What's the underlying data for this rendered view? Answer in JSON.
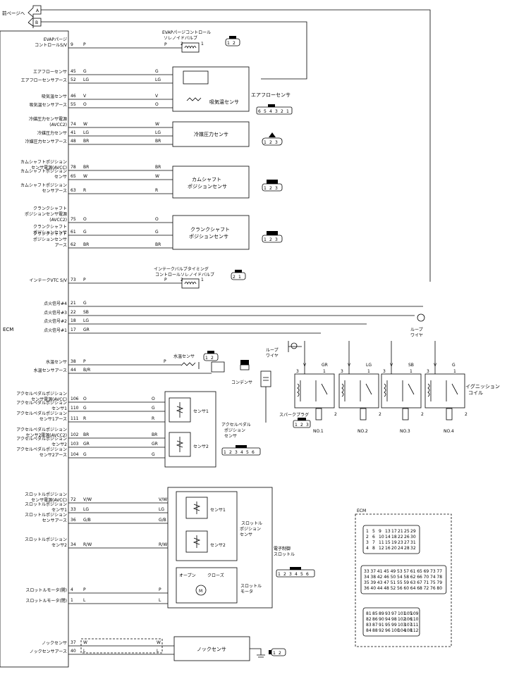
{
  "nav": {
    "prev_page": "前ページへ",
    "conn_a": "A",
    "conn_b": "B"
  },
  "ecm_label": "ECM",
  "pins": [
    {
      "no": "9",
      "lines": [
        "EVAPパージ",
        "コントロールS/V"
      ],
      "color": "P"
    },
    {
      "no": "45",
      "lines": [
        "エアフローセンサ"
      ],
      "color": "G"
    },
    {
      "no": "52",
      "lines": [
        "エアフローセンサアース"
      ],
      "color": "LG"
    },
    {
      "no": "46",
      "lines": [
        "吸気温センサ"
      ],
      "color": "V"
    },
    {
      "no": "55",
      "lines": [
        "吸気温センサアース"
      ],
      "color": "O"
    },
    {
      "no": "74",
      "lines": [
        "冷媒圧力センサ電源",
        "(AVCC2)"
      ],
      "color": "W"
    },
    {
      "no": "41",
      "lines": [
        "冷媒圧力センサ"
      ],
      "color": "LG"
    },
    {
      "no": "48",
      "lines": [
        "冷媒圧力センサアース"
      ],
      "color": "BR"
    },
    {
      "no": "78",
      "lines": [
        "カムシャフトポジション",
        "センサ電源(AVCC)"
      ],
      "color": "BR"
    },
    {
      "no": "65",
      "lines": [
        "カムシャフトポジション",
        "センサ"
      ],
      "color": "W"
    },
    {
      "no": "63",
      "lines": [
        "カムシャフトポジション",
        "センサアース"
      ],
      "color": "R"
    },
    {
      "no": "75",
      "lines": [
        "クランクシャフト",
        "ポジションセンサ電源",
        "(AVCC2)"
      ],
      "color": "O"
    },
    {
      "no": "61",
      "lines": [
        "クランクシャフト",
        "ポジションセンサ"
      ],
      "color": "G"
    },
    {
      "no": "62",
      "lines": [
        "クランクシャフト",
        "ポジションセンサ",
        "アース"
      ],
      "color": "BR"
    },
    {
      "no": "73",
      "lines": [
        "インテークVTC S/V"
      ],
      "color": "P"
    },
    {
      "no": "21",
      "lines": [
        "点火信号#4"
      ],
      "color": "G"
    },
    {
      "no": "22",
      "lines": [
        "点火信号#3"
      ],
      "color": "SB"
    },
    {
      "no": "18",
      "lines": [
        "点火信号#2"
      ],
      "color": "LG"
    },
    {
      "no": "17",
      "lines": [
        "点火信号#1"
      ],
      "color": "GR"
    },
    {
      "no": "38",
      "lines": [
        "水温センサ"
      ],
      "color": "P"
    },
    {
      "no": "44",
      "lines": [
        "水温センサアース"
      ],
      "color": "B/R"
    },
    {
      "no": "106",
      "lines": [
        "アクセルペダルポジション",
        "センサ電源(AVCC)"
      ],
      "color": "O"
    },
    {
      "no": "110",
      "lines": [
        "アクセルペダルポジション",
        "センサ1"
      ],
      "color": "G"
    },
    {
      "no": "111",
      "lines": [
        "アクセルペダルポジション",
        "センサ1アース"
      ],
      "color": "R"
    },
    {
      "no": "102",
      "lines": [
        "アクセルペダルポジション",
        "センサ2電源(AVCC2)"
      ],
      "color": "BR"
    },
    {
      "no": "103",
      "lines": [
        "アクセルペダルポジション",
        "センサ2"
      ],
      "color": "GR"
    },
    {
      "no": "104",
      "lines": [
        "アクセルペダルポジション",
        "センサ2アース"
      ],
      "color": "G"
    },
    {
      "no": "72",
      "lines": [
        "スロットルポジション",
        "センサ電源(AVCC)"
      ],
      "color": "V/W"
    },
    {
      "no": "33",
      "lines": [
        "スロットルポジション",
        "センサ1"
      ],
      "color": "LG"
    },
    {
      "no": "36",
      "lines": [
        "スロットルポジション",
        "センサアース"
      ],
      "color": "G/B"
    },
    {
      "no": "34",
      "lines": [
        "スロットルポジション",
        "センサ2"
      ],
      "color": "R/W"
    },
    {
      "no": "4",
      "lines": [
        "スロットルモータ(開)"
      ],
      "color": "P"
    },
    {
      "no": "1",
      "lines": [
        "スロットルモータ(閉)"
      ],
      "color": "L"
    },
    {
      "no": "37",
      "lines": [
        "ノックセンサ"
      ],
      "color": "W"
    },
    {
      "no": "40",
      "lines": [
        "ノックセンサアース"
      ],
      "color": "L"
    }
  ],
  "components": {
    "evap_valve": [
      "EVAPパージコントロール",
      "ソレノイドバルブ"
    ],
    "airflow_sensor": "エアフローセンサ",
    "intake_temp_sensor": "吸気温センサ",
    "refrig_sensor": "冷媒圧力センサ",
    "cam_sensor": [
      "カムシャフト",
      "ポジションセンサ"
    ],
    "crank_sensor": [
      "クランクシャフト",
      "ポジションセンサ"
    ],
    "vtc_valve": [
      "インテークバルブタイミング",
      "コントロールソレノイドバルブ"
    ],
    "water_temp_sensor": "水温センサ",
    "condenser": "コンデンサ",
    "loop_wire": [
      "ループ",
      "ワイヤ"
    ],
    "spark_plug": "スパークプラグ",
    "ignition_coil": [
      "イグニッション",
      "コイル"
    ],
    "coil_nos": [
      "NO.1",
      "NO.2",
      "NO.3",
      "NO.4"
    ],
    "coil_colors": [
      "GR",
      "LG",
      "SB",
      "G"
    ],
    "accel_sensor": [
      "アクセルペダル",
      "ポジション",
      "センサ"
    ],
    "sensor1": "センサ1",
    "sensor2": "センサ2",
    "throttle_sensor": [
      "スロットル",
      "ポジション",
      "センサ"
    ],
    "throttle_motor": [
      "スロットル",
      "モータ"
    ],
    "electronic_throttle": [
      "電子制御",
      "スロットル"
    ],
    "open_label": "オープン",
    "close_label": "クローズ",
    "motor_symbol": "M",
    "knock_sensor": "ノックセンサ"
  },
  "connectors": {
    "evap": [
      "1",
      "2"
    ],
    "airflow": [
      "6",
      "5",
      "4",
      "3",
      "2",
      "1"
    ],
    "refrig": [
      "1",
      "2",
      "3"
    ],
    "cam": [
      "1",
      "2",
      "3"
    ],
    "crank": [
      "1",
      "2",
      "3"
    ],
    "vtc": [
      "2",
      "1"
    ],
    "water": [
      "1",
      "2"
    ],
    "plug": [
      "1",
      "2",
      "3"
    ],
    "accel": [
      "1",
      "2",
      "3",
      "4",
      "5",
      "6"
    ],
    "throttle": [
      "1",
      "2",
      "3",
      "4",
      "5",
      "6"
    ],
    "knock": [
      "1",
      "2"
    ]
  },
  "ecm_connector": {
    "label": "ECM",
    "block1": [
      [
        "1",
        "5",
        "9",
        "13",
        "17",
        "21",
        "25",
        "29"
      ],
      [
        "2",
        "6",
        "10",
        "14",
        "18",
        "22",
        "26",
        "30"
      ],
      [
        "3",
        "7",
        "11",
        "15",
        "19",
        "23",
        "27",
        "31"
      ],
      [
        "4",
        "8",
        "12",
        "16",
        "20",
        "24",
        "28",
        "32"
      ]
    ],
    "block2": [
      [
        "33",
        "37",
        "41",
        "45",
        "49",
        "53",
        "57",
        "61",
        "65",
        "69",
        "73",
        "77"
      ],
      [
        "34",
        "38",
        "42",
        "46",
        "50",
        "54",
        "58",
        "62",
        "66",
        "70",
        "74",
        "78"
      ],
      [
        "35",
        "39",
        "43",
        "47",
        "51",
        "55",
        "59",
        "63",
        "67",
        "71",
        "75",
        "79"
      ],
      [
        "36",
        "40",
        "44",
        "48",
        "52",
        "56",
        "60",
        "64",
        "68",
        "72",
        "76",
        "80"
      ]
    ],
    "block3": [
      [
        "81",
        "85",
        "89",
        "93",
        "97",
        "101",
        "105",
        "109"
      ],
      [
        "82",
        "86",
        "90",
        "94",
        "98",
        "102",
        "106",
        "110"
      ],
      [
        "83",
        "87",
        "91",
        "95",
        "99",
        "103",
        "107",
        "111"
      ],
      [
        "84",
        "88",
        "92",
        "96",
        "100",
        "104",
        "108",
        "112"
      ]
    ]
  }
}
